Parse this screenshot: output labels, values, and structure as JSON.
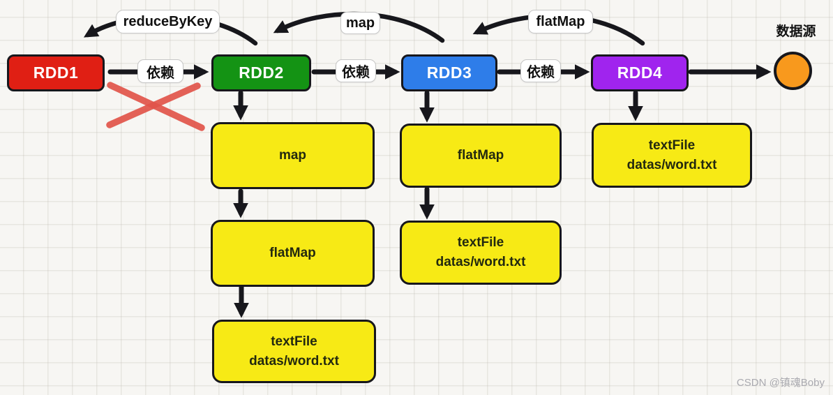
{
  "diagram": {
    "rdd_nodes": [
      {
        "id": "rdd1",
        "label": "RDD1",
        "color": "#e01f14"
      },
      {
        "id": "rdd2",
        "label": "RDD2",
        "color": "#149314"
      },
      {
        "id": "rdd3",
        "label": "RDD3",
        "color": "#2e7de9"
      },
      {
        "id": "rdd4",
        "label": "RDD4",
        "color": "#a024ee"
      }
    ],
    "dependency_labels": [
      "依赖",
      "依赖",
      "依赖"
    ],
    "lineage_ops": [
      {
        "label": "reduceByKey",
        "from": "RDD2",
        "to": "RDD1"
      },
      {
        "label": "map",
        "from": "RDD3",
        "to": "RDD2"
      },
      {
        "label": "flatMap",
        "from": "RDD4",
        "to": "RDD3"
      }
    ],
    "op_chains": {
      "rdd2": [
        {
          "lines": [
            "map"
          ]
        },
        {
          "lines": [
            "flatMap"
          ]
        },
        {
          "lines": [
            "textFile",
            "datas/word.txt"
          ]
        }
      ],
      "rdd3": [
        {
          "lines": [
            "flatMap"
          ]
        },
        {
          "lines": [
            "textFile",
            "datas/word.txt"
          ]
        }
      ],
      "rdd4": [
        {
          "lines": [
            "textFile",
            "datas/word.txt"
          ]
        }
      ]
    },
    "datasource": {
      "label": "数据源",
      "color": "#f8991d"
    },
    "cross_mark": {
      "on": "rdd1",
      "color": "#e1544a"
    },
    "op_box_color": "#f7ea15",
    "arrow_color": "#17171c"
  },
  "watermark": {
    "text": "CSDN @镇魂Boby",
    "color": "#a9a9af"
  }
}
